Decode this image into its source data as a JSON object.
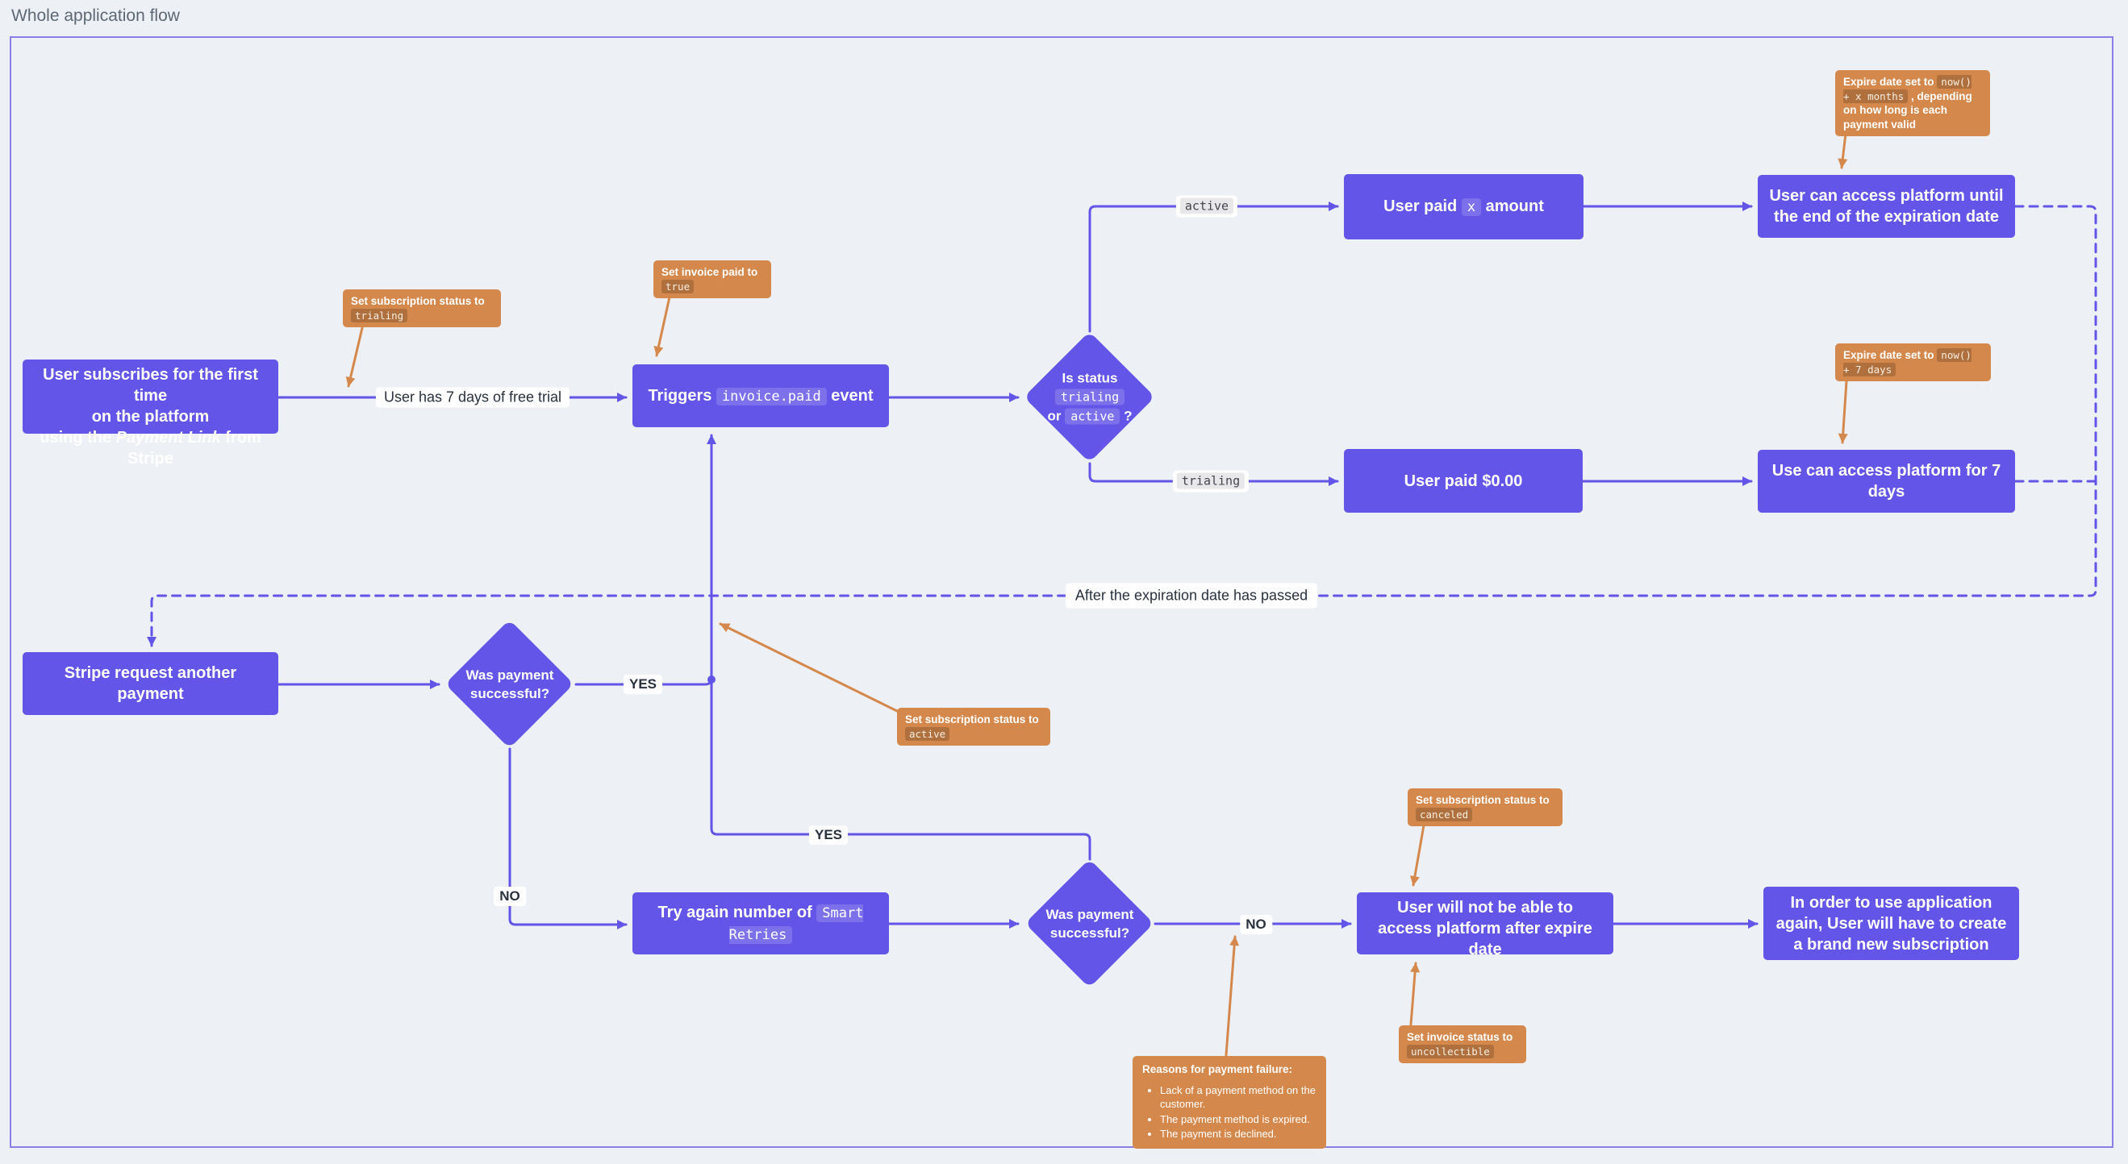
{
  "title": "Whole application flow",
  "colors": {
    "node_purple": "#6355e8",
    "note_orange": "#d5884c",
    "background": "#edf0f4",
    "frame_border": "#7263e4"
  },
  "nodes": {
    "subscribe": {
      "line1": "User subscribes for the first time",
      "line2": "on the platform",
      "line3_pre": "using the ",
      "line3_italic": "Payment Link",
      "line3_post": " from Stripe"
    },
    "triggers": {
      "pre": "Triggers ",
      "code": "invoice.paid",
      "post": " event"
    },
    "status_check": {
      "line1": "Is status",
      "code1": "trialing",
      "or_word": "or ",
      "code2": "active",
      "question": " ?"
    },
    "paid_x": {
      "pre": "User paid ",
      "code": "x",
      "post": " amount"
    },
    "access_until": {
      "text": "User can access platform until the end of the expiration date"
    },
    "paid_zero": {
      "text": "User paid $0.00"
    },
    "access_7": {
      "text": "Use can access platform for 7 days"
    },
    "stripe_request": {
      "text": "Stripe request another payment"
    },
    "was_successful_1": {
      "text": "Was payment successful?"
    },
    "try_again": {
      "pre": "Try again number of ",
      "code": "Smart Retries"
    },
    "was_successful_2": {
      "text": "Was payment successful?"
    },
    "no_access": {
      "text": "User will not be able to access platform after expire date"
    },
    "new_subscription": {
      "text": "In order to use application again, User will have to create a brand new subscription"
    }
  },
  "notes": {
    "trialing": {
      "pre": "Set subscription status to ",
      "code": "trialing"
    },
    "invoice_true": {
      "pre": "Set invoice paid to ",
      "code": "true"
    },
    "expire_months": {
      "pre": "Expire date set to ",
      "code": "now() + x months",
      "post": " , depending on how long is each payment valid"
    },
    "expire_days": {
      "pre": "Expire date set to ",
      "code": "now() + 7 days"
    },
    "active": {
      "pre": "Set subscription status to ",
      "code": "active"
    },
    "canceled": {
      "pre": "Set subscription status to ",
      "code": "canceled"
    },
    "uncollectible": {
      "pre": "Set invoice status to ",
      "code": "uncollectible"
    },
    "reasons": {
      "title": "Reasons for payment failure:",
      "bullets": [
        "Lack of a payment method on the customer.",
        "The payment method is expired.",
        "The payment is declined."
      ]
    }
  },
  "labels": {
    "free_trial": "User has 7 days of free trial",
    "after_expiration": "After the expiration date has passed",
    "yes1": "YES",
    "no1": "NO",
    "yes2": "YES",
    "no2": "NO",
    "chip_active": "active",
    "chip_trialing": "trialing"
  }
}
